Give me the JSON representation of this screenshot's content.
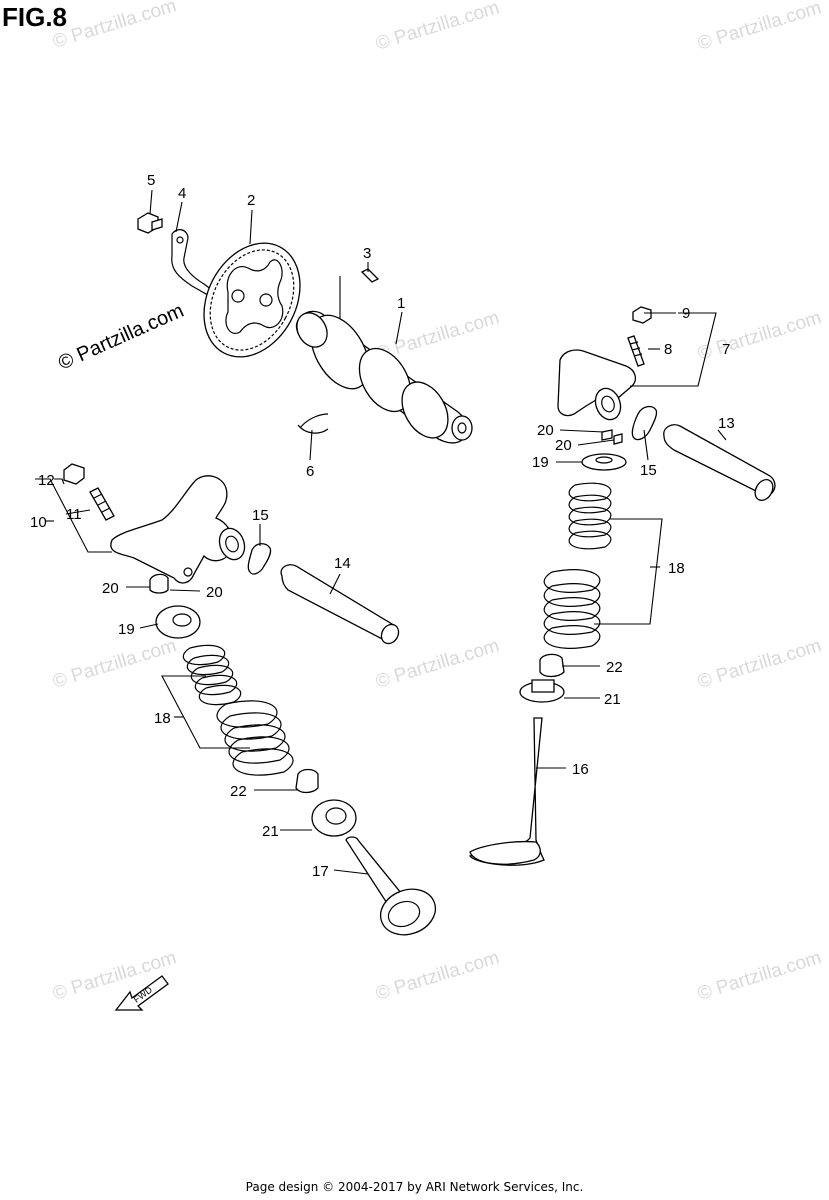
{
  "figure_title": "FIG.8",
  "footer_text": "Page design © 2004-2017 by ARI Network Services, Inc.",
  "watermark_text": "© Partzilla.com",
  "side_watermark_text": "© Partzilla.com",
  "fwd_label": "FWD",
  "callouts": {
    "c1": "1",
    "c2": "2",
    "c3": "3",
    "c4": "4",
    "c5": "5",
    "c6": "6",
    "c7": "7",
    "c8": "8",
    "c9": "9",
    "c10": "10",
    "c11": "11",
    "c12": "12",
    "c13": "13",
    "c14": "14",
    "c15a": "15",
    "c15b": "15",
    "c16": "16",
    "c17": "17",
    "c18a": "18",
    "c18b": "18",
    "c19a": "19",
    "c19b": "19",
    "c20a": "20",
    "c20b": "20",
    "c20c": "20",
    "c20d": "20",
    "c21a": "21",
    "c21b": "21",
    "c22a": "22",
    "c22b": "22"
  },
  "colors": {
    "line": "#000000",
    "watermark": "#d9d9d9",
    "background": "#ffffff"
  }
}
